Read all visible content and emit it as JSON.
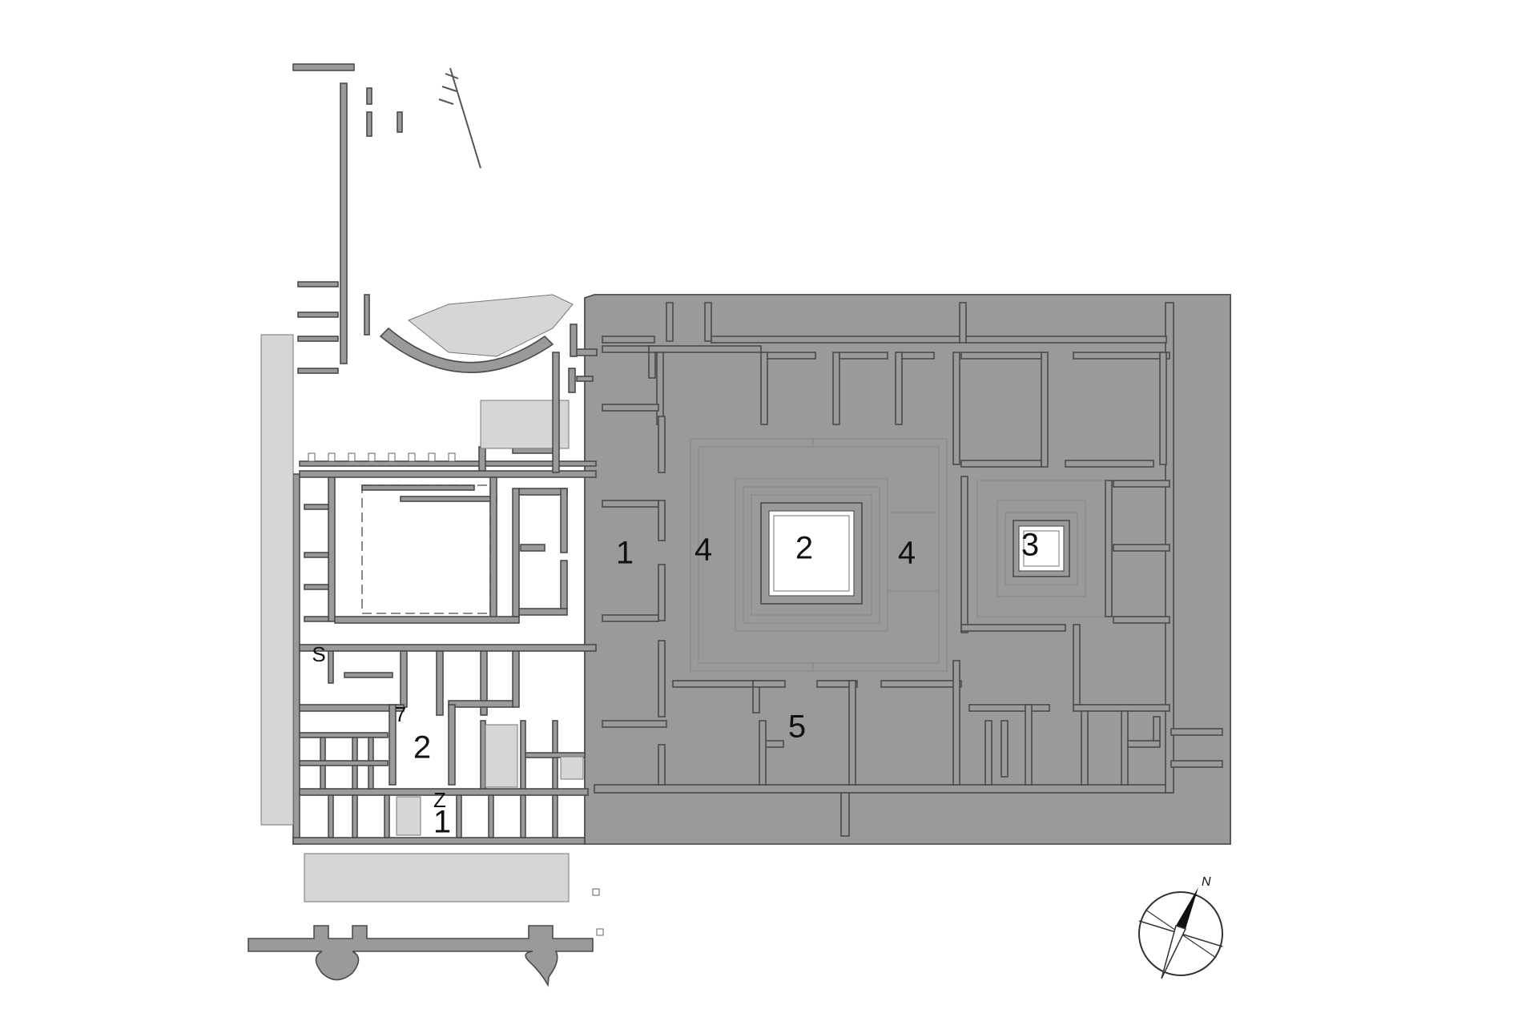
{
  "labels": {
    "room_1_east": "1",
    "room_2_east": "2",
    "room_3_east": "3",
    "room_4_left": "4",
    "room_4_right": "4",
    "room_5_east": "5",
    "room_1_west": "1",
    "room_2_west": "2",
    "mark_s": "S",
    "mark_7": "7",
    "mark_z": "Z"
  },
  "compass": {
    "north_letter": "N"
  },
  "colors": {
    "wall_fill": "#9a9a9a",
    "wall_stroke": "#4a4a4a",
    "background": "#ffffff"
  }
}
